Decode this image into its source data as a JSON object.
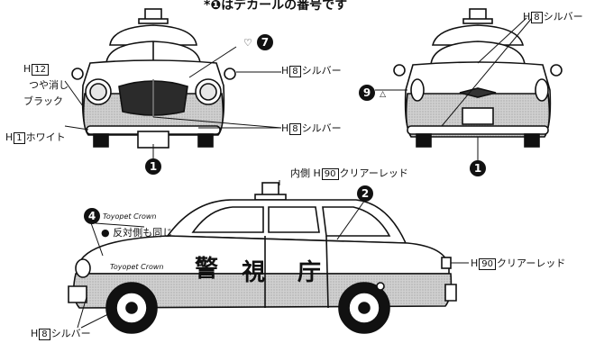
{
  "header_note": "*❶はデカールの番号です",
  "labels": {
    "h12_code": "12",
    "tsuya_keshi": "つや消し",
    "black": "ブラック",
    "h1_code": "1",
    "white": "ホワイト",
    "h8_code": "8",
    "silver": "シルバー",
    "h90_code": "90",
    "inner_side": "内側",
    "clear_red": "クリアーレッド",
    "opposite_side": "● 反対側も同じ",
    "h_letter": "H"
  },
  "decal_numbers": {
    "front_plate": "1",
    "rear_plate": "1",
    "side_door": "2",
    "side_script": "4",
    "front_badge": "7",
    "rear_badge": "9"
  },
  "side_text": {
    "kanji1": "警",
    "kanji2": "視",
    "kanji3": "庁",
    "script_name": "Toyopet Crown"
  },
  "colors": {
    "ink": "#111111",
    "lower_body": "#c9c9c9",
    "paper": "#ffffff"
  }
}
